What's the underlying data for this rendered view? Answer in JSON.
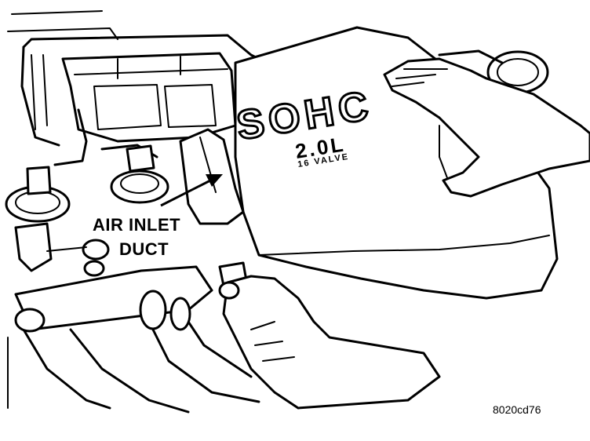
{
  "callout": {
    "line1": "AIR INLET",
    "line2": "DUCT"
  },
  "cover_badge": {
    "top": "SOHC",
    "bottom": "2.0L",
    "small": "16 VALVE"
  },
  "figure_id": "8020cd76",
  "icons": {
    "arrow": "arrow-pointer-icon",
    "hands": "technician-hands-icon"
  }
}
